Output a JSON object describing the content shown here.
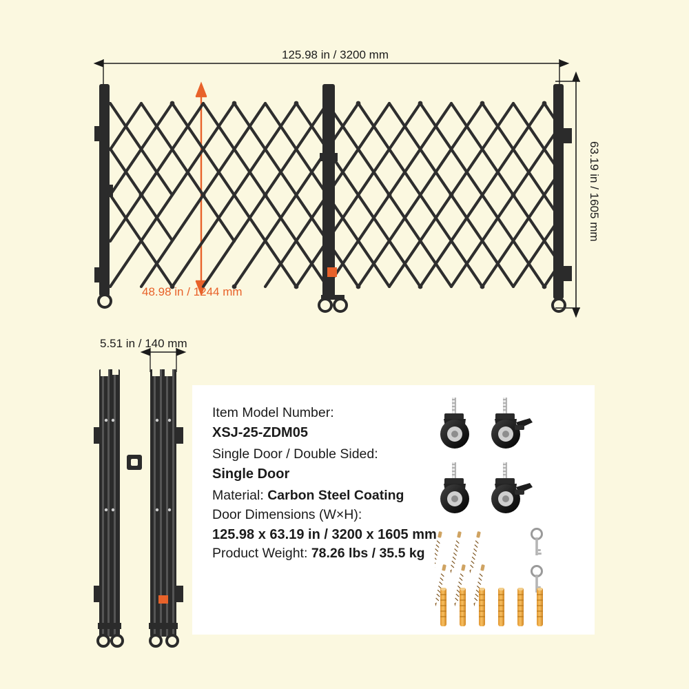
{
  "page": {
    "background_color": "#fbf8e0",
    "accent_color": "#e8622a"
  },
  "dimensions": {
    "top_width_label": "125.98 in / 3200 mm",
    "right_height_label": "63.19 in / 1605 mm",
    "inner_height_label": "48.98 in / 1244 mm",
    "folded_width_label": "5.51 in / 140 mm"
  },
  "spec_card": {
    "rows": [
      {
        "label": "Item Model Number:",
        "value": "XSJ-25-ZDM05"
      },
      {
        "label": "Single Door / Double Sided:",
        "value": "Single Door"
      },
      {
        "label": "Material:",
        "value": "Carbon Steel Coating"
      },
      {
        "label": "Door Dimensions (W×H):",
        "value": "125.98 x 63.19 in / 3200 x 1605 mm"
      },
      {
        "label": "Product Weight:",
        "value": "78.26 lbs / 35.5 kg"
      }
    ],
    "label_model": "Item Model Number:",
    "value_model": "XSJ-25-ZDM05",
    "label_sides": "Single Door / Double Sided:",
    "value_sides": "Single Door",
    "label_material": "Material:",
    "value_material": "Carbon Steel Coating",
    "label_dims": "Door Dimensions (W×H):",
    "value_dims": "125.98 x 63.19 in / 3200 x 1605 mm",
    "label_weight": "Product Weight:",
    "value_weight": "78.26 lbs / 35.5 kg",
    "parts": [
      {
        "name": "caster-wheel",
        "count": 4
      },
      {
        "name": "screw",
        "count": 6
      },
      {
        "name": "key",
        "count": 2
      },
      {
        "name": "wall-anchor",
        "count": 6
      }
    ]
  },
  "illustration": {
    "gate_color": "#2b2b2b",
    "gate_name": "accordion-security-gate",
    "folded_name": "folded-gate-side-view"
  }
}
